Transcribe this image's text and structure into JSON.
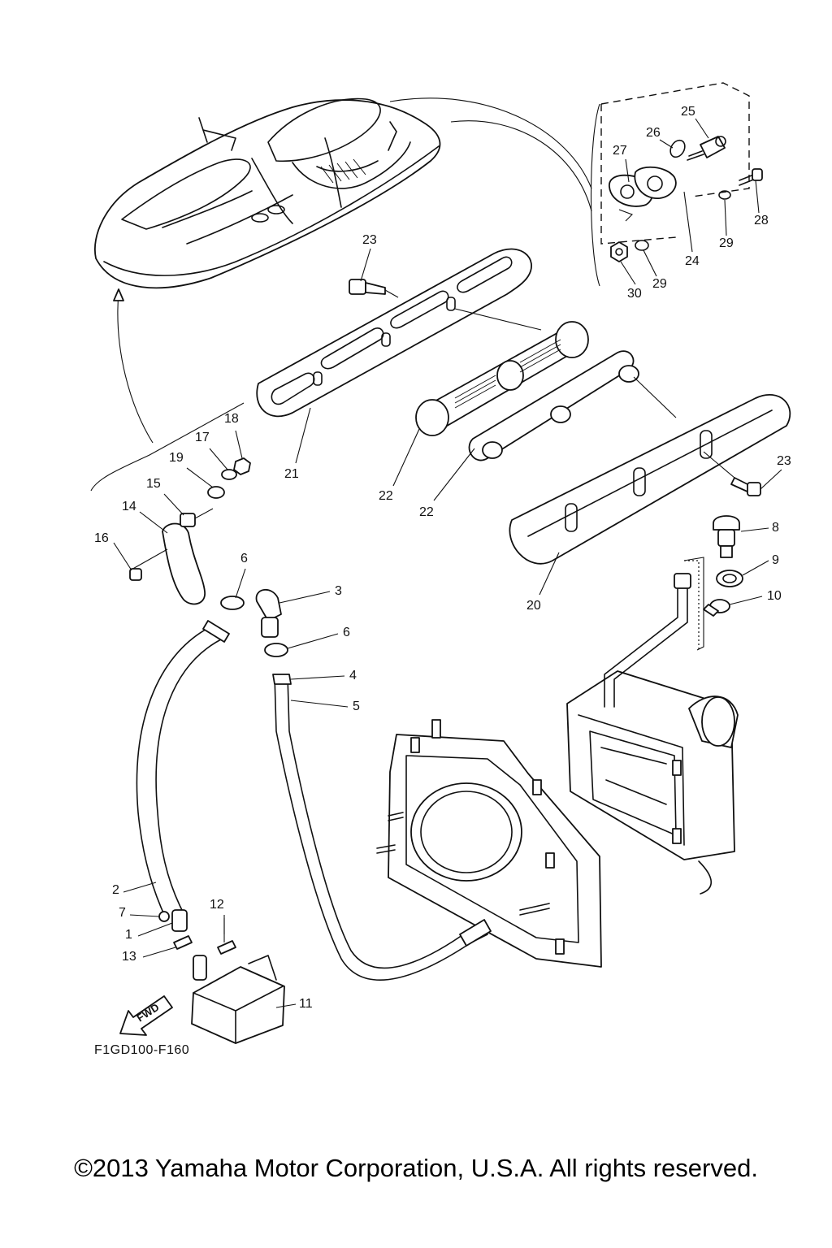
{
  "drawing_code": "F1GD100-F160",
  "copyright": "©2013 Yamaha Motor Corporation, U.S.A. All rights reserved.",
  "fwd_label": "FWD",
  "callouts": [
    {
      "id": "c25",
      "label": "25"
    },
    {
      "id": "c26",
      "label": "26"
    },
    {
      "id": "c27",
      "label": "27"
    },
    {
      "id": "c28",
      "label": "28"
    },
    {
      "id": "c29a",
      "label": "29"
    },
    {
      "id": "c24",
      "label": "24"
    },
    {
      "id": "c29b",
      "label": "29"
    },
    {
      "id": "c30",
      "label": "30"
    },
    {
      "id": "c23a",
      "label": "23"
    },
    {
      "id": "c18",
      "label": "18"
    },
    {
      "id": "c17",
      "label": "17"
    },
    {
      "id": "c19",
      "label": "19"
    },
    {
      "id": "c15",
      "label": "15"
    },
    {
      "id": "c14",
      "label": "14"
    },
    {
      "id": "c16",
      "label": "16"
    },
    {
      "id": "c21",
      "label": "21"
    },
    {
      "id": "c22a",
      "label": "22"
    },
    {
      "id": "c22b",
      "label": "22"
    },
    {
      "id": "c23b",
      "label": "23"
    },
    {
      "id": "c8",
      "label": "8"
    },
    {
      "id": "c9",
      "label": "9"
    },
    {
      "id": "c10",
      "label": "10"
    },
    {
      "id": "c20",
      "label": "20"
    },
    {
      "id": "c6a",
      "label": "6"
    },
    {
      "id": "c3",
      "label": "3"
    },
    {
      "id": "c6b",
      "label": "6"
    },
    {
      "id": "c4",
      "label": "4"
    },
    {
      "id": "c5",
      "label": "5"
    },
    {
      "id": "c2",
      "label": "2"
    },
    {
      "id": "c7",
      "label": "7"
    },
    {
      "id": "c1",
      "label": "1"
    },
    {
      "id": "c12",
      "label": "12"
    },
    {
      "id": "c13",
      "label": "13"
    },
    {
      "id": "c11",
      "label": "11"
    }
  ]
}
